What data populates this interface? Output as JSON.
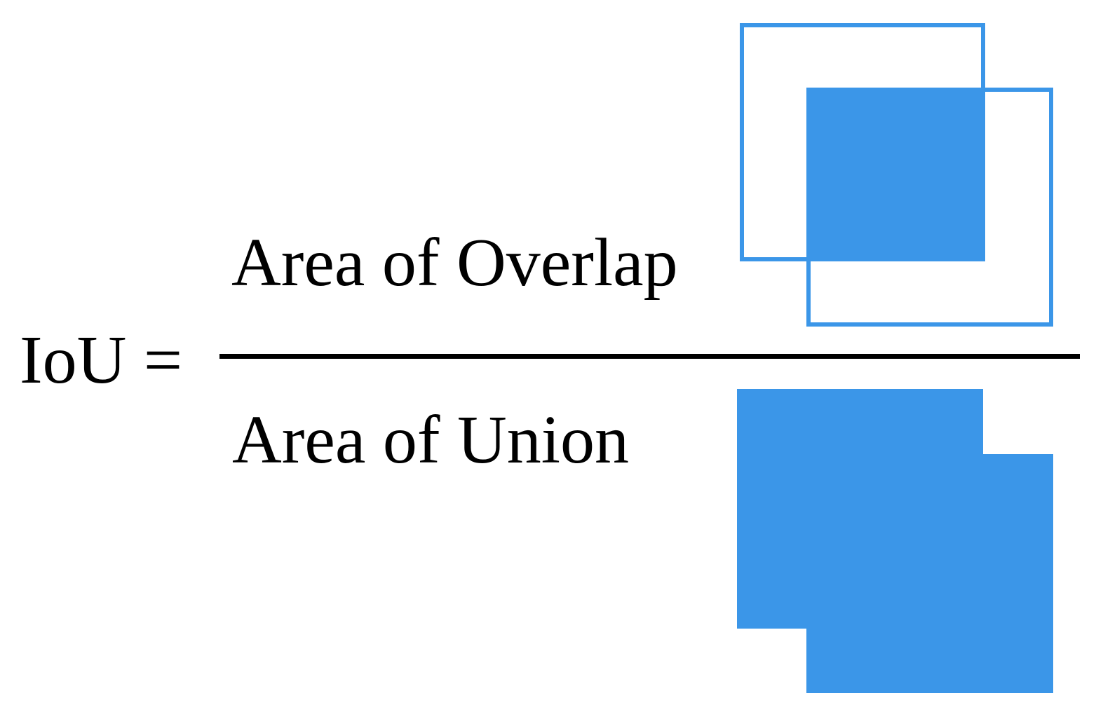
{
  "formula": {
    "lhs": "IoU =",
    "numerator_label": "Area of Overlap",
    "denominator_label": "Area of Union"
  },
  "colors": {
    "box_fill": "#3B96E8",
    "box_stroke": "#3B96E8",
    "fraction_bar": "#000000",
    "text": "#000000",
    "background": "#FFFFFF"
  }
}
